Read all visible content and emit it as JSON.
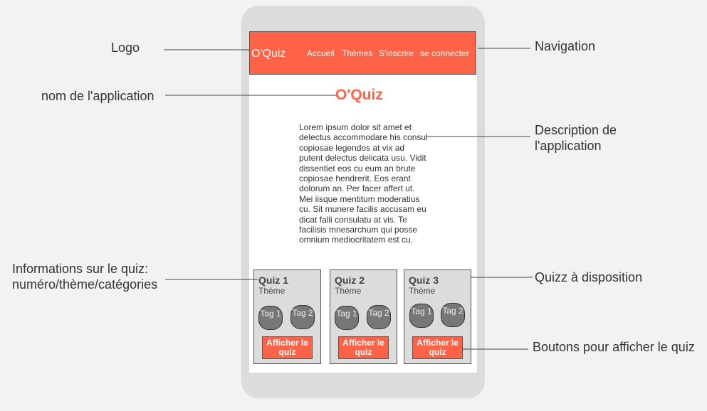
{
  "app": {
    "logo": "O'Quiz",
    "nav": [
      "Accueil",
      "Thèmes",
      "S'inscrire",
      "se connecter"
    ],
    "title": "O'Quiz",
    "description": "Lorem ipsum dolor sit amet et delectus accommodare his consul copiosae legendos at vix ad putent delectus delicata usu. Vidit dissentiet eos cu eum an brute copiosae hendrerit. Eos erant dolorum an. Per facer affert ut. Mei iisque mentitum moderatius cu. Sit munere facilis accusam eu dicat falli consulatu at vis. Te facilisis mnesarchum qui posse omnium mediocritatem est cu.",
    "quizzes": [
      {
        "title": "Quiz 1",
        "theme": "Thème",
        "tags": [
          "Tag 1",
          "Tag 2"
        ],
        "button": "Afficher le quiz"
      },
      {
        "title": "Quiz 2",
        "theme": "Thème",
        "tags": [
          "Tag 1",
          "Tag 2"
        ],
        "button": "Afficher le quiz"
      },
      {
        "title": "Quiz 3",
        "theme": "Thème",
        "tags": [
          "Tag 1",
          "Tag 2"
        ],
        "button": "Afficher le quiz"
      }
    ]
  },
  "annotations": {
    "logo": "Logo",
    "app_name": "nom de l'application",
    "quiz_info_line1": "Informations sur le quiz:",
    "quiz_info_line2": "numéro/thème/catégories",
    "navigation": "Navigation",
    "description_line1": "Description de",
    "description_line2": "l'application",
    "available": "Quizz à disposition",
    "buttons": "Boutons pour afficher le quiz"
  },
  "colors": {
    "accent": "#ff6347",
    "phone": "#dcdcdc",
    "card": "#dcdcdc",
    "tag": "#777777",
    "background": "#f2f2f2"
  }
}
